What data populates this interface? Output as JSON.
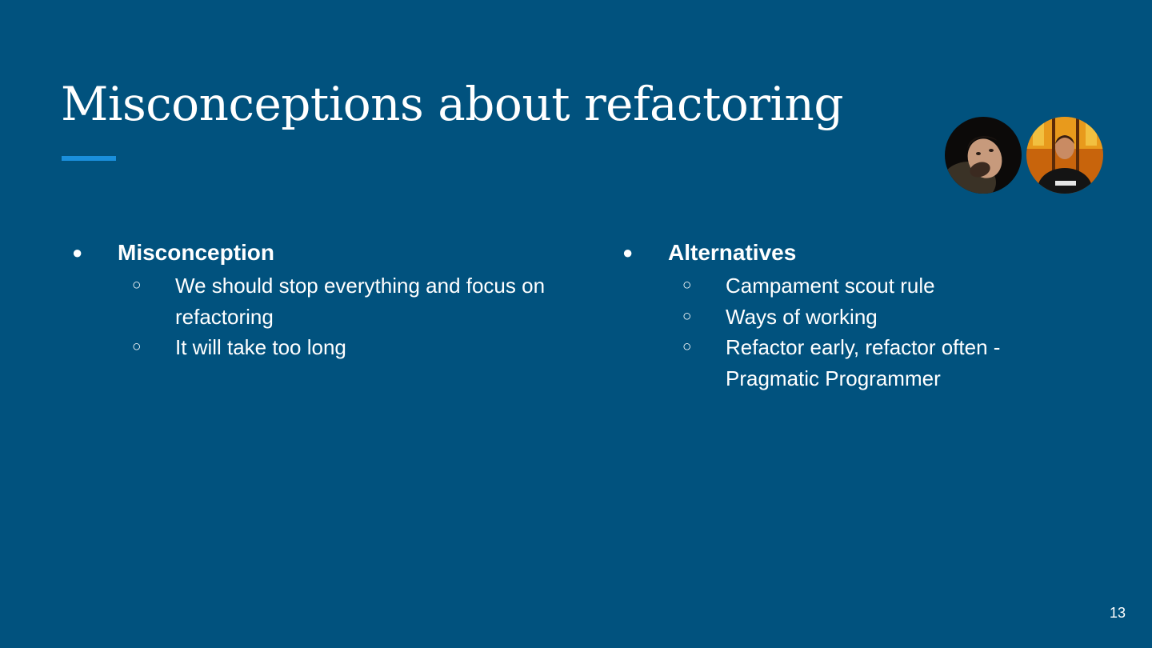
{
  "slide": {
    "title": "Misconceptions about refactoring",
    "accent_color": "#1a8fdc",
    "background_color": "#01527e",
    "page_number": "13"
  },
  "avatars": [
    {
      "icon": "person-photo-icon"
    },
    {
      "icon": "person-photo-icon"
    }
  ],
  "left_column": {
    "bullet": "●",
    "heading": "Misconception",
    "items": [
      {
        "bullet": "○",
        "text": "We should stop everything and focus on refactoring"
      },
      {
        "bullet": "○",
        "text": "It will take too long"
      }
    ]
  },
  "right_column": {
    "bullet": "●",
    "heading": "Alternatives",
    "items": [
      {
        "bullet": "○",
        "text": "Campament scout rule"
      },
      {
        "bullet": "○",
        "text": "Ways of working"
      },
      {
        "bullet": "○",
        "text": "Refactor early, refactor often - Pragmatic Programmer"
      }
    ]
  }
}
